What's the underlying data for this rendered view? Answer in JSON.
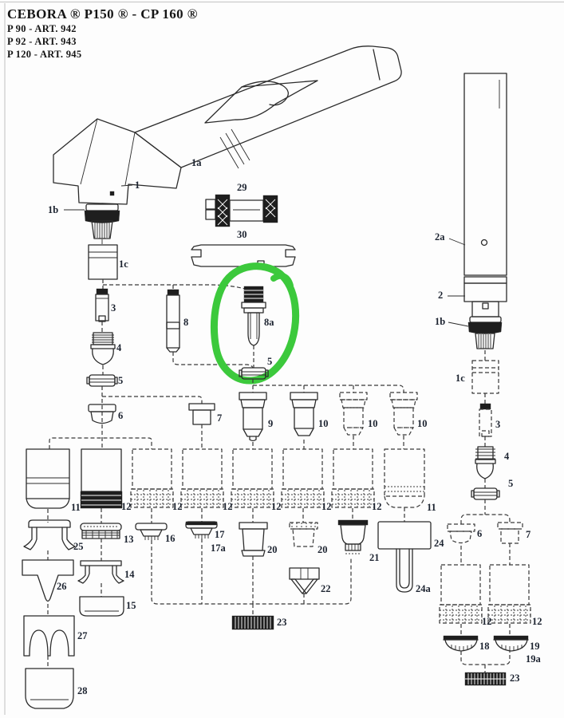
{
  "header": {
    "title": "CEBORA ®  P150 ® - CP 160 ®",
    "models": [
      "P 90  - ART. 942",
      "P 92  - ART. 943",
      "P 120 - ART. 945"
    ]
  },
  "annotation": {
    "type": "hand-drawn-circle",
    "highlights_part": "8a",
    "color": "#3cc93c"
  },
  "colors": {
    "line_art": "#2b2b2b",
    "label_text": "#1c2330",
    "background": "#fdfdfd"
  },
  "part_labels": {
    "p1a": "1a",
    "p1": "1",
    "p1b": "1b",
    "p1c": "1c",
    "p3": "3",
    "p4": "4",
    "p5": "5",
    "p6": "6",
    "p7": "7",
    "p8": "8",
    "p29": "29",
    "p30": "30",
    "p8a": "8a",
    "p5m": "5",
    "p9": "9",
    "p10a": "10",
    "p10b": "10",
    "p10c": "10",
    "p2a": "2a",
    "p2": "2",
    "p1br": "1b",
    "p1cr": "1c",
    "p3r": "3",
    "p4r": "4",
    "p5r": "5",
    "p11": "11",
    "p12a": "12",
    "p12b": "12",
    "p12c": "12",
    "p12d": "12",
    "p12e": "12",
    "p12f": "12",
    "p11b": "11",
    "p25": "25",
    "p13": "13",
    "p16": "16",
    "p17": "17",
    "p17a": "17a",
    "p20a": "20",
    "p20b": "20",
    "p21": "21",
    "p22": "22",
    "p23": "23",
    "p24": "24",
    "p24a": "24a",
    "p26": "26",
    "p14": "14",
    "p15": "15",
    "p27": "27",
    "p28": "28",
    "p6r": "6",
    "p7r": "7",
    "p12g": "12",
    "p12h": "12",
    "p18": "18",
    "p19": "19",
    "p19a": "19a",
    "p23r": "23"
  }
}
